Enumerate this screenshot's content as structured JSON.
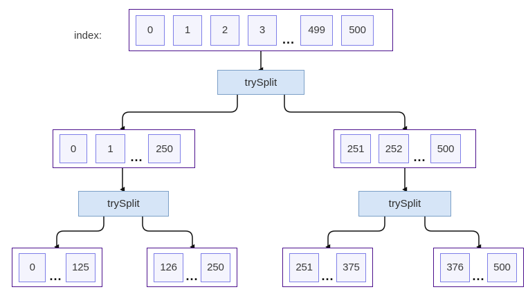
{
  "diagram": {
    "title_label": "index:",
    "background_color": "#ffffff",
    "array_border_color": "#4B0F8C",
    "cell_border_color": "#7E7EE8",
    "cell_fill_color": "#F4F4FD",
    "process_border_color": "#7B9FC7",
    "process_fill_color": "#D6E5F7",
    "connector_color": "#1a1a1a",
    "ellipsis": "...",
    "process_label": "trySplit",
    "levels": [
      {
        "name": "root",
        "arrays": [
          {
            "id": "root-array",
            "cells": [
              "0",
              "1",
              "2",
              "3",
              "",
              "499",
              "500"
            ],
            "ellipsis_after_index": 3
          }
        ]
      },
      {
        "name": "level-1",
        "arrays": [
          {
            "id": "left-array",
            "cells": [
              "0",
              "1",
              "",
              "250"
            ],
            "ellipsis_after_index": 1
          },
          {
            "id": "right-array",
            "cells": [
              "251",
              "252",
              "",
              "500"
            ],
            "ellipsis_after_index": 1
          }
        ]
      },
      {
        "name": "level-2",
        "arrays": [
          {
            "id": "leaf-array-1",
            "cells": [
              "0",
              "",
              "125"
            ],
            "ellipsis_after_index": 0
          },
          {
            "id": "leaf-array-2",
            "cells": [
              "126",
              "",
              "250"
            ],
            "ellipsis_after_index": 0
          },
          {
            "id": "leaf-array-3",
            "cells": [
              "251",
              "",
              "375"
            ],
            "ellipsis_after_index": 0
          },
          {
            "id": "leaf-array-4",
            "cells": [
              "376",
              "",
              "500"
            ],
            "ellipsis_after_index": 0
          }
        ]
      }
    ],
    "processes": [
      {
        "id": "trysplit-root",
        "label": "trySplit"
      },
      {
        "id": "trysplit-left",
        "label": "trySplit"
      },
      {
        "id": "trysplit-right",
        "label": "trySplit"
      }
    ],
    "cells": {
      "root": {
        "c0": "0",
        "c1": "1",
        "c2": "2",
        "c3": "3",
        "dots": "...",
        "c499": "499",
        "c500": "500"
      },
      "left": {
        "c0": "0",
        "c1": "1",
        "dots": "...",
        "c250": "250"
      },
      "right": {
        "c251": "251",
        "c252": "252",
        "dots": "...",
        "c500": "500"
      },
      "leaf1": {
        "a": "0",
        "dots": "...",
        "b": "125"
      },
      "leaf2": {
        "a": "126",
        "dots": "...",
        "b": "250"
      },
      "leaf3": {
        "a": "251",
        "dots": "...",
        "b": "375"
      },
      "leaf4": {
        "a": "376",
        "dots": "...",
        "b": "500"
      }
    }
  }
}
